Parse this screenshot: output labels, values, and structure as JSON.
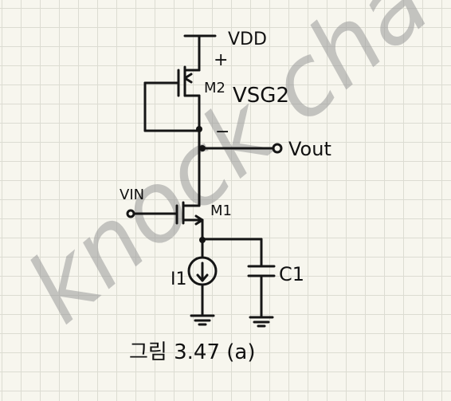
{
  "labels": {
    "vdd": "VDD",
    "plus": "+",
    "m2": "M2",
    "vsg2": "VSG2",
    "minus": "−",
    "vout": "Vout",
    "vin": "VIN",
    "m1": "M1",
    "i1": "I1",
    "c1": "C1",
    "caption": "그림 3.47 (a)"
  },
  "watermark": "knock cha",
  "colors": {
    "ink": "#151515",
    "grid": "#dcdcd2",
    "paper": "#f7f6ee",
    "watermark": "#9a9a9a"
  }
}
